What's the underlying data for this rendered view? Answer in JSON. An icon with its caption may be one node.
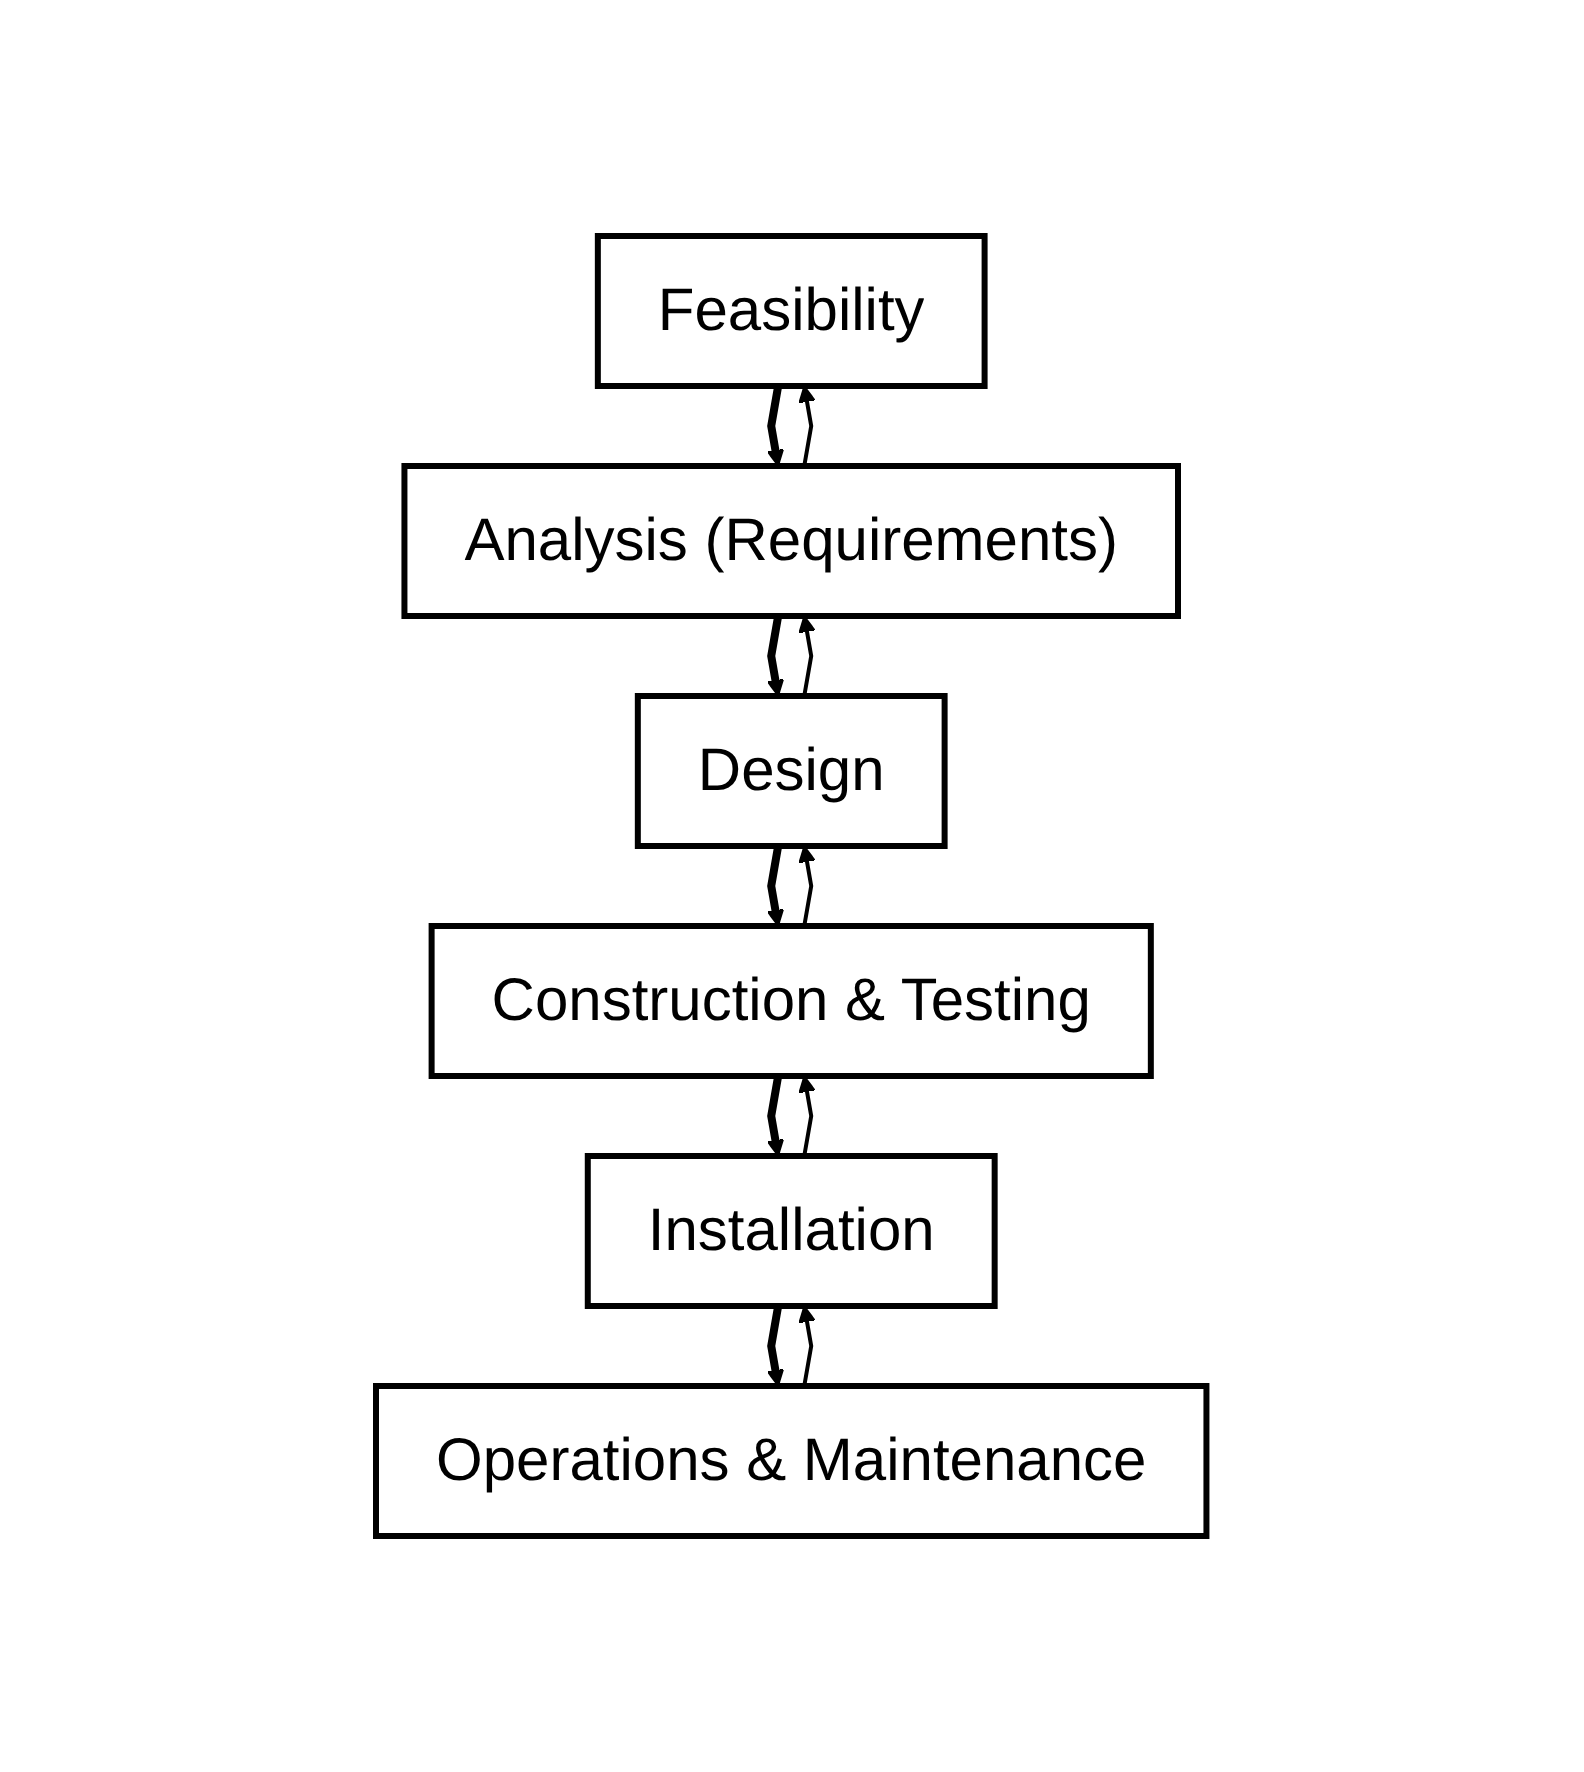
{
  "diagram": {
    "nodes": [
      {
        "text": [
          "Feasibility"
        ]
      },
      {
        "text": [
          "Analysis (Requirements)"
        ]
      },
      {
        "text": [
          "Design"
        ]
      },
      {
        "text": [
          "Construction & Testing"
        ]
      },
      {
        "text": [
          "Installation"
        ]
      },
      {
        "text": [
          "Operations & Maintenance"
        ]
      }
    ],
    "edges": [
      {
        "from": 0,
        "to": 1,
        "arrow": "to",
        "style": "thick"
      },
      {
        "from": 1,
        "to": 0,
        "arrow": "to"
      },
      {
        "from": 1,
        "to": 2,
        "arrow": "to",
        "style": "thick"
      },
      {
        "from": 2,
        "to": 1,
        "arrow": "to"
      },
      {
        "from": 2,
        "to": 3,
        "arrow": "to",
        "style": "thick"
      },
      {
        "from": 3,
        "to": 2,
        "arrow": "to"
      },
      {
        "from": 3,
        "to": 4,
        "arrow": "to",
        "style": "thick"
      },
      {
        "from": 4,
        "to": 3,
        "arrow": "to"
      },
      {
        "from": 4,
        "to": 5,
        "arrow": "to",
        "style": "thick"
      },
      {
        "from": 5,
        "to": 4,
        "arrow": "to"
      }
    ]
  }
}
